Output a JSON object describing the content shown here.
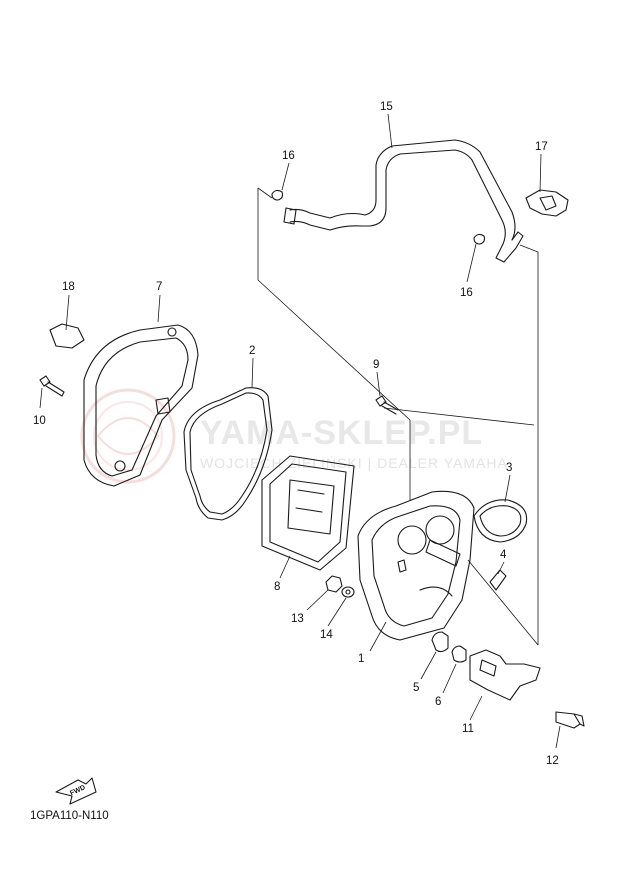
{
  "diagram_code": "1GPA110-N110",
  "fwd_label": "FWD",
  "watermark": {
    "title": "YAMA-SKLEP.PL",
    "subtitle": "WOJCIECH ZIELIŃSKI | DEALER YAMAHA"
  },
  "callouts": [
    "1",
    "2",
    "3",
    "4",
    "5",
    "6",
    "7",
    "8",
    "9",
    "10",
    "11",
    "12",
    "13",
    "14",
    "15",
    "16",
    "16",
    "17",
    "18"
  ]
}
